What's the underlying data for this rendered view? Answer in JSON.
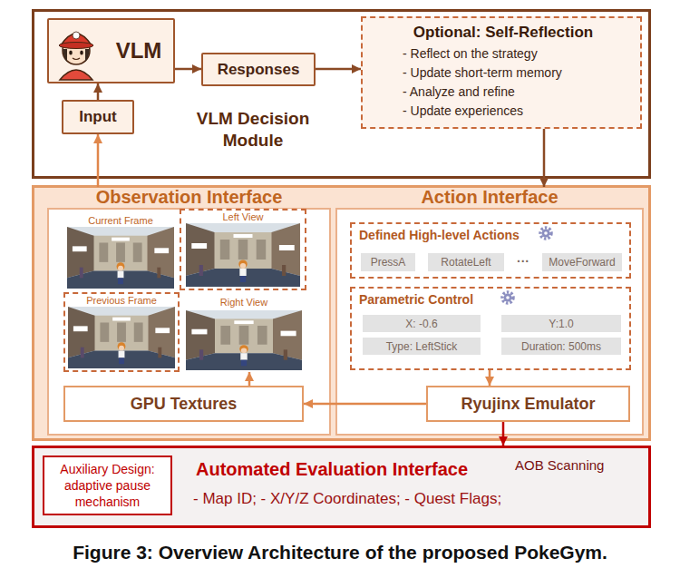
{
  "diagram": {
    "caption": "Figure 3: Overview Architecture of the proposed PokeGym.",
    "nodes": [
      {
        "text": [
          "VLM Decision Module"
        ]
      },
      {
        "text": [
          "VLM"
        ],
        "in": 0
      },
      {
        "text": [
          "Responses"
        ],
        "in": 0
      },
      {
        "text": [
          "Input"
        ],
        "in": 0
      },
      {
        "text": [
          "Optional: Self-Reflection",
          "- Reflect on the strategy",
          "- Update short-term memory",
          "- Analyze and refine",
          "- Update experiences"
        ],
        "in": 0
      },
      {
        "text": [
          "Observation Interface"
        ]
      },
      {
        "text": [
          "Current Frame"
        ],
        "in": 5
      },
      {
        "text": [
          "Left View"
        ],
        "in": 5
      },
      {
        "text": [
          "Previous Frame"
        ],
        "in": 5
      },
      {
        "text": [
          "Right View"
        ],
        "in": 5
      },
      {
        "text": [
          "GPU Textures"
        ],
        "in": 5
      },
      {
        "text": [
          "Action Interface"
        ]
      },
      {
        "text": [
          "Defined High-level Actions"
        ],
        "in": 11
      },
      {
        "text": [
          "PressA"
        ],
        "in": 12
      },
      {
        "text": [
          "RotateLeft"
        ],
        "in": 12
      },
      {
        "text": [
          "MoveForward"
        ],
        "in": 12
      },
      {
        "text": [
          "Parametric Control"
        ],
        "in": 11
      },
      {
        "text": [
          "X: -0.6"
        ],
        "in": 16
      },
      {
        "text": [
          "Y:1.0"
        ],
        "in": 16
      },
      {
        "text": [
          "Type: LeftStick"
        ],
        "in": 16
      },
      {
        "text": [
          "Duration: 500ms"
        ],
        "in": 16
      },
      {
        "text": [
          "Ryujinx Emulator"
        ],
        "in": 11
      },
      {
        "text": [
          "Automated Evaluation Interface",
          "- Map ID; - X/Y/Z Coordinates; - Quest Flags;"
        ]
      },
      {
        "text": [
          "Auxiliary Design: adaptive pause mechanism"
        ],
        "in": 22
      }
    ],
    "edges": [
      {
        "from": 3,
        "to": 1,
        "arrow": "to"
      },
      {
        "from": 1,
        "to": 2,
        "arrow": "to"
      },
      {
        "from": 2,
        "to": 4,
        "arrow": "to"
      },
      {
        "from": 5,
        "to": 3,
        "arrow": "to"
      },
      {
        "from": 4,
        "to": 11,
        "arrow": "to"
      },
      {
        "from": 10,
        "to": 9,
        "arrow": "to"
      },
      {
        "from": 21,
        "to": 10,
        "arrow": "to"
      },
      {
        "from": 16,
        "to": 21,
        "arrow": "to"
      },
      {
        "from": 21,
        "to": 22,
        "label": "AOB Scanning",
        "arrow": "to"
      }
    ],
    "labels": [
      "···"
    ]
  }
}
